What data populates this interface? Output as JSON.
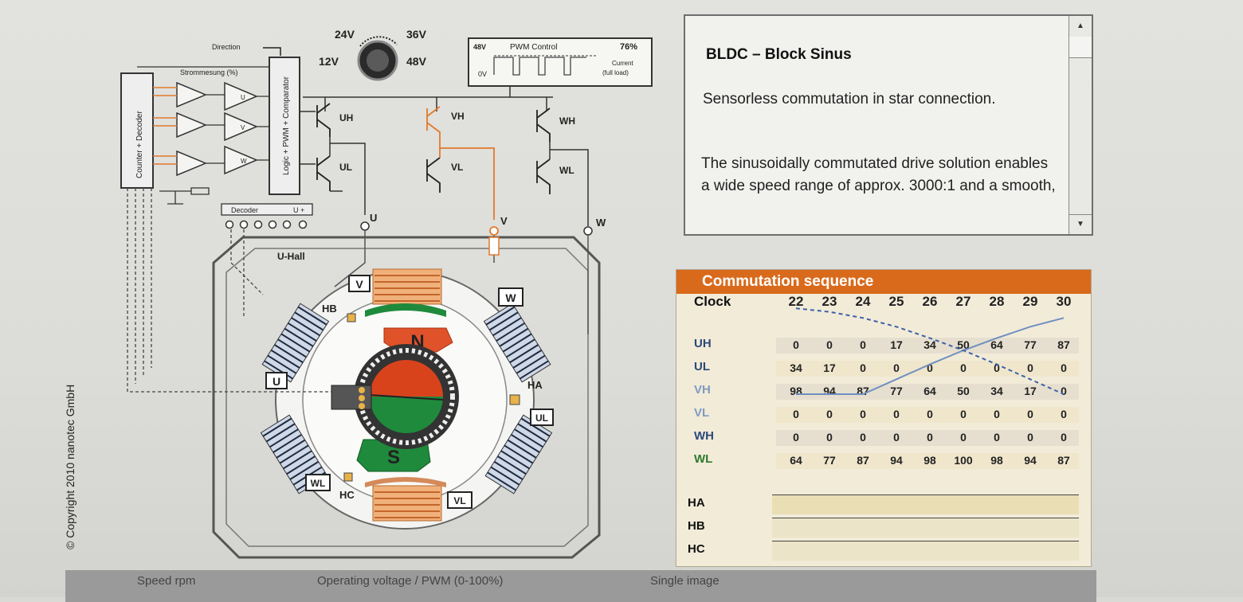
{
  "diagram": {
    "voltages": [
      "24V",
      "36V",
      "12V",
      "48V"
    ],
    "direction_label": "Direction",
    "strommesung_label": "Strommesung (%)",
    "pwm": {
      "top_label": "48V",
      "bottom_label": "0V",
      "title": "PWM Control",
      "percent": "76%",
      "current_label": "Current",
      "full_load": "(full load)"
    },
    "counter_label": "Counter + Decoder",
    "logic_label": "Logic + PWM + Comparator",
    "decoder_label": "Decoder",
    "decoder_pm": "U +",
    "u_hall": "U-Hall",
    "transistors": [
      "UH",
      "UL",
      "VH",
      "VL",
      "WH",
      "WL"
    ],
    "phases": [
      "U",
      "V",
      "W"
    ],
    "coil_labels": [
      "V",
      "W",
      "U",
      "UL",
      "WL",
      "VL"
    ],
    "hall_labels": [
      "HB",
      "HA",
      "HC"
    ],
    "magnet_n": "N",
    "magnet_s": "S",
    "opamp_labels": [
      "U",
      "V",
      "W"
    ]
  },
  "copyright": "© Copyright 2010 nanotec GmbH",
  "info": {
    "title": "BLDC – Block Sinus",
    "p1": "Sensorless commutation in star connection.",
    "p2": "The sinusoidally commutated drive solution enables a wide speed range of approx. 3000:1 and a smooth,"
  },
  "commutation": {
    "title": "Commutation sequence",
    "clock_label": "Clock",
    "clocks": [
      "22",
      "23",
      "24",
      "25",
      "26",
      "27",
      "28",
      "29",
      "30"
    ],
    "rows": [
      {
        "label": "UH",
        "values": [
          "0",
          "0",
          "0",
          "17",
          "34",
          "50",
          "64",
          "77",
          "87"
        ]
      },
      {
        "label": "UL",
        "values": [
          "34",
          "17",
          "0",
          "0",
          "0",
          "0",
          "0",
          "0",
          "0"
        ]
      },
      {
        "label": "VH",
        "values": [
          "98",
          "94",
          "87",
          "77",
          "64",
          "50",
          "34",
          "17",
          "0"
        ]
      },
      {
        "label": "VL",
        "values": [
          "0",
          "0",
          "0",
          "0",
          "0",
          "0",
          "0",
          "0",
          "0"
        ]
      },
      {
        "label": "WH",
        "values": [
          "0",
          "0",
          "0",
          "0",
          "0",
          "0",
          "0",
          "0",
          "0"
        ]
      },
      {
        "label": "WL",
        "values": [
          "64",
          "77",
          "87",
          "94",
          "98",
          "100",
          "98",
          "94",
          "87"
        ]
      }
    ],
    "hall_rows": [
      "HA",
      "HB",
      "HC"
    ]
  },
  "bottom": {
    "speed": "Speed rpm",
    "voltage": "Operating voltage / PWM (0-100%)",
    "single": "Single image"
  },
  "colors": {
    "accent": "#d96a1c",
    "green": "#1f8a3c",
    "red": "#d8431c"
  }
}
